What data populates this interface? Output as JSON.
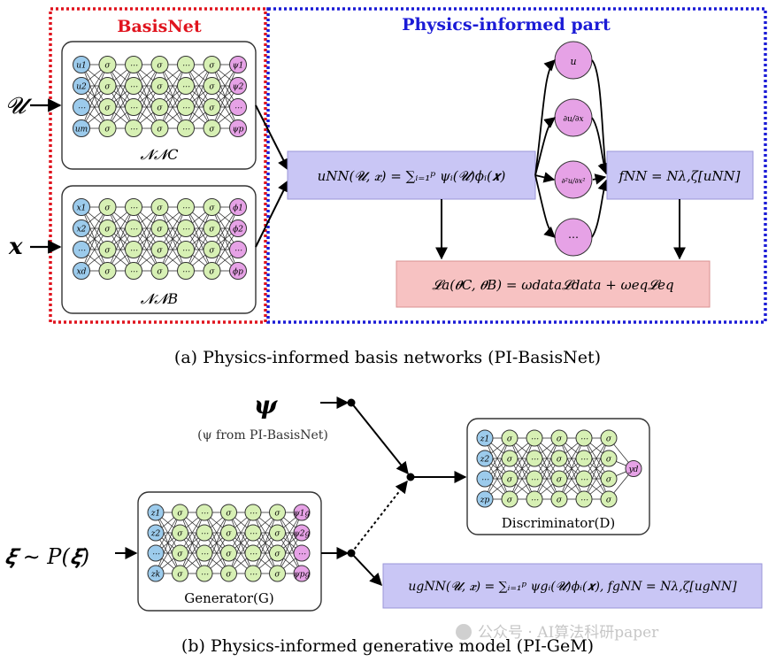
{
  "colors": {
    "basisnet_border": "#e0141e",
    "physics_border": "#1b1bd6",
    "purple_box": "#c9c6f5",
    "pink_box": "#f7c2c2",
    "blue_node": "#9ccbec",
    "green_node": "#d7f0b4",
    "magenta_node": "#e6a2e6",
    "arrow": "#000000"
  },
  "part_a": {
    "basisnet_title": "BasisNet",
    "physics_title": "Physics-informed part",
    "input_u": "𝓤",
    "input_x": "𝒙",
    "net_c_label": "𝓝𝓝C",
    "net_b_label": "𝓝𝓝B",
    "net_c": {
      "inputs": [
        "u1",
        "u2",
        "⋯",
        "um"
      ],
      "hidden": "σ",
      "dots": "⋯",
      "outputs": [
        "ψ1",
        "ψ2",
        "⋯",
        "ψp"
      ]
    },
    "net_b": {
      "inputs": [
        "x1",
        "x2",
        "⋯",
        "xd"
      ],
      "hidden": "σ",
      "dots": "⋯",
      "outputs": [
        "ϕ1",
        "ϕ2",
        "⋯",
        "ϕp"
      ]
    },
    "u_nn_formula": "uNN(𝓤, 𝒙) = ∑ᵢ₌₁ᵖ ψᵢ(𝓤)ϕᵢ(𝒙)",
    "f_nn_formula": "fNN = Nλ,ζ[uNN]",
    "loss_formula": "𝓛a(𝜽C, 𝜽B) = ωdata𝓛data + ωeq𝓛eq",
    "derivative_nodes": [
      "u",
      "∂u/∂x",
      "∂²u/∂x²",
      "⋯"
    ],
    "caption": "(a) Physics-informed basis networks (PI-BasisNet)"
  },
  "part_b": {
    "psi_symbol": "𝝍",
    "psi_note": "(ψ from PI-BasisNet)",
    "xi_input": "𝝃 ∼ P(𝝃)",
    "generator": {
      "inputs": [
        "z1",
        "z2",
        "⋯",
        "zk"
      ],
      "hidden": "σ",
      "dots": "⋯",
      "outputs": [
        "ψ1g",
        "ψ2g",
        "⋯",
        "ψpg"
      ],
      "label": "Generator(G)"
    },
    "discriminator": {
      "inputs": [
        "z1",
        "z2",
        "⋯",
        "zp"
      ],
      "hidden": "σ",
      "dots": "⋯",
      "output": "yd",
      "label": "Discriminator(D)"
    },
    "gen_formula": "ugNN(𝓤, 𝒙) = ∑ᵢ₌₁ᵖ ψgᵢ(𝓤)ϕᵢ(𝒙), fgNN = Nλ,ζ[ugNN]",
    "caption": "(b) Physics-informed generative model (PI-GeM)"
  },
  "watermark": "公众号 · AI算法科研paper"
}
